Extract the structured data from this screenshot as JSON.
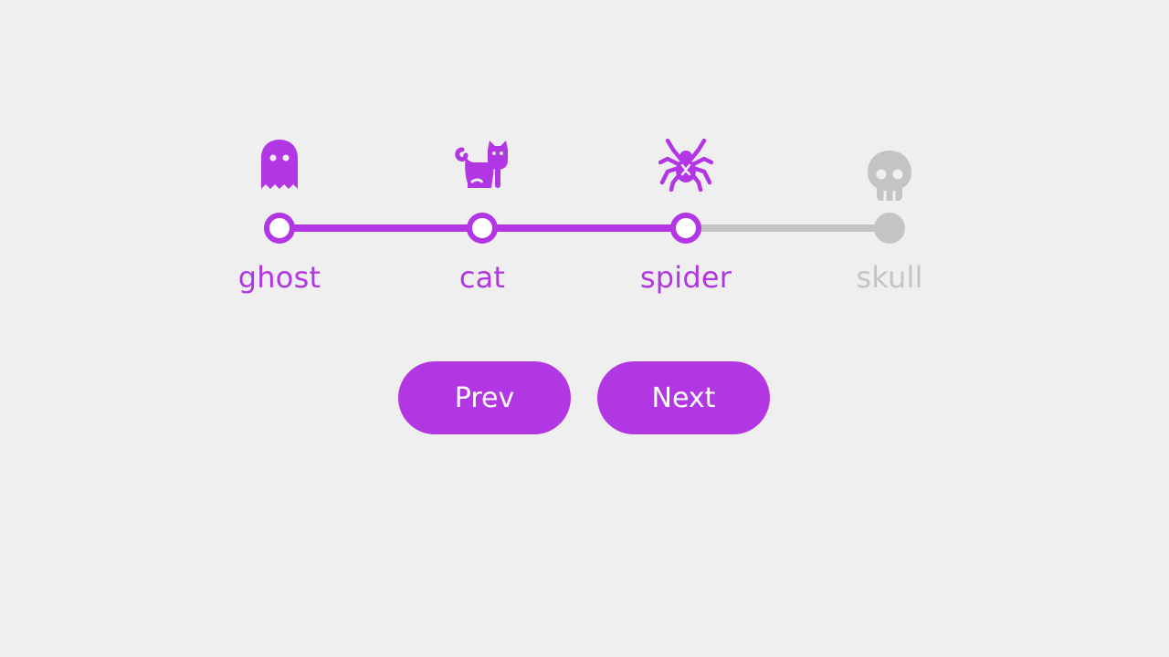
{
  "colors": {
    "active": "#b236e3",
    "inactive": "#c4c4c4",
    "background": "#efefef"
  },
  "progress": {
    "current_step": 3,
    "total_steps": 4
  },
  "steps": [
    {
      "label": "ghost",
      "icon": "ghost-icon",
      "state": "complete"
    },
    {
      "label": "cat",
      "icon": "cat-icon",
      "state": "complete"
    },
    {
      "label": "spider",
      "icon": "spider-icon",
      "state": "current"
    },
    {
      "label": "skull",
      "icon": "skull-icon",
      "state": "upcoming"
    }
  ],
  "buttons": {
    "prev_label": "Prev",
    "next_label": "Next"
  }
}
